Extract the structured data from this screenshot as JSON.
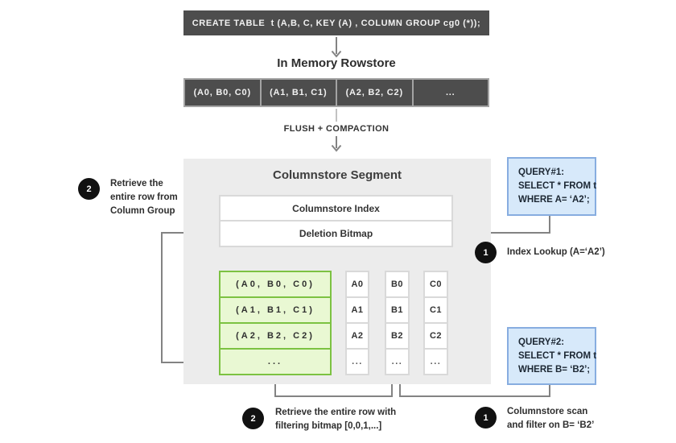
{
  "create_statement": "CREATE TABLE  t (A,B, C, KEY (A) , COLUMN GROUP cg0 (*));",
  "rowstore": {
    "title": "In Memory Rowstore",
    "cells": [
      "(A0, B0, C0)",
      "(A1, B1, C1)",
      "(A2, B2, C2)",
      "..."
    ]
  },
  "flush_label": "FLUSH + COMPACTION",
  "segment": {
    "title": "Columnstore Segment",
    "index_label": "Columnstore Index",
    "bitmap_label": "Deletion Bitmap",
    "column_group_cells": [
      "(A0, B0, C0)",
      "(A1, B1, C1)",
      "(A2, B2, C2)",
      "..."
    ],
    "columns": [
      {
        "cells": [
          "A0",
          "A1",
          "A2",
          "..."
        ]
      },
      {
        "cells": [
          "B0",
          "B1",
          "B2",
          "..."
        ]
      },
      {
        "cells": [
          "C0",
          "C1",
          "C2",
          "..."
        ]
      }
    ]
  },
  "query1": {
    "lines": [
      "QUERY#1:",
      "SELECT * FROM t",
      "WHERE A= ‘A2’;"
    ]
  },
  "query2": {
    "lines": [
      "QUERY#2:",
      "SELECT * FROM t",
      "WHERE B= ‘B2’;"
    ]
  },
  "annotations": {
    "retrieve_row_column_group": {
      "number": "2",
      "text": "Retrieve the\nentire row from\nColumn Group"
    },
    "index_lookup": {
      "number": "1",
      "text": "Index Lookup (A=‘A2’)"
    },
    "retrieve_row_bitmap": {
      "number": "2",
      "text": "Retrieve the entire row with\nfiltering bitmap [0,0,1,...]"
    },
    "columnstore_scan": {
      "number": "1",
      "text": "Columnstore scan\nand filter on B= ‘B2’"
    }
  },
  "colors": {
    "dark_bar": "#4d4d4d",
    "segment_bg": "#ececec",
    "green_fill": "#e9f8d3",
    "green_border": "#7cc242",
    "blue_fill": "#d7e9fa",
    "blue_border": "#87ade0",
    "connector": "#838383",
    "circle": "#111111"
  }
}
